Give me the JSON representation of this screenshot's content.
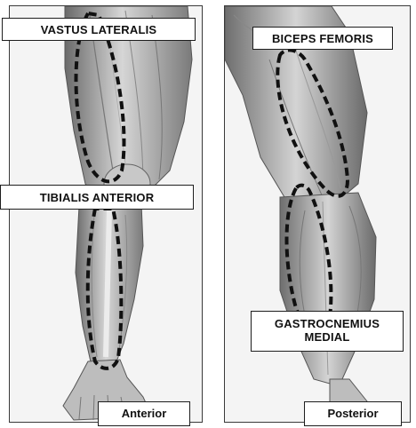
{
  "labels": {
    "vastus_lateralis": "VASTUS LATERALIS",
    "tibialis_anterior": "TIBIALIS ANTERIOR",
    "biceps_femoris": "BICEPS FEMORIS",
    "gastrocnemius_medial_line1": "GASTROCNEMIUS",
    "gastrocnemius_medial_line2": "MEDIAL"
  },
  "views": {
    "anterior": "Anterior",
    "posterior": "Posterior"
  },
  "colors": {
    "muscle_dark": "#5a5a5a",
    "muscle_mid": "#9a9a9a",
    "muscle_light": "#d2d2d2",
    "outline_dash": "#111111",
    "panel_border": "#3a3a3a"
  }
}
